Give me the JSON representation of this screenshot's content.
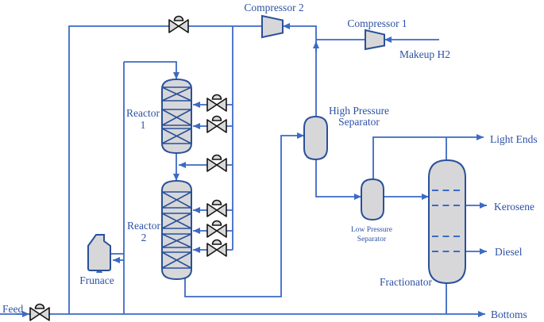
{
  "colors": {
    "background": "#ffffff",
    "pipe": "#3c6ac5",
    "vessel_fill": "#d7d7d9",
    "vessel_stroke": "#2a5099",
    "valve_fill": "#d9d9d9",
    "valve_stroke": "#141414",
    "label_text": "#2d51a3"
  },
  "labels": {
    "compressor_2": "Compressor 2",
    "compressor_1": "Compressor 1",
    "makeup_h2": "Makeup H2",
    "high_pressure_separator": {
      "line1": "High Pressure",
      "line2": "Separator"
    },
    "low_pressure_separator": {
      "line1": "Low Pressure",
      "line2": "Separator"
    },
    "reactor_1": {
      "line1": "Reactor",
      "line2": "1"
    },
    "reactor_2": {
      "line1": "Reactor",
      "line2": "2"
    },
    "furnace": "Frunace",
    "feed": "Feed",
    "fractionator": "Fractionator",
    "light_ends": "Light Ends",
    "kerosene": "Kerosene",
    "diesel": "Diesel",
    "bottoms": "Bottoms"
  }
}
